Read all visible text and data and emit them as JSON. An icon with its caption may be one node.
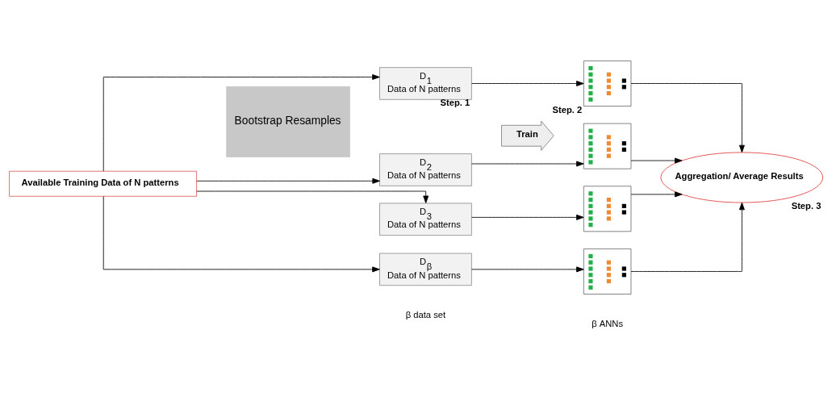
{
  "diagram": {
    "nodes": [
      {
        "text": [
          "Available Training Data of N patterns"
        ]
      },
      {
        "text": [
          "Bootstrap Resamples"
        ]
      },
      {
        "text": [
          "D$_{1}$",
          "Data of N patterns"
        ],
        "beside": [
          "Step. 1"
        ]
      },
      {
        "text": [
          "D$_{2}$",
          "Data of N patterns"
        ]
      },
      {
        "text": [
          "D$_{3}$",
          "Data of N patterns"
        ]
      },
      {
        "text": [
          "D$_{β}$",
          "Data of N patterns"
        ]
      },
      {
        "text": [
          "Train"
        ]
      },
      {
        "text": [],
        "shape": "picture",
        "beside": [
          "Step. 2"
        ]
      },
      {
        "text": [],
        "shape": "picture"
      },
      {
        "text": [],
        "shape": "picture"
      },
      {
        "text": [],
        "shape": "picture"
      },
      {
        "text": [
          "Aggregation/ Average Results"
        ],
        "beside": [
          "Step. 3"
        ]
      }
    ],
    "edges": [
      {
        "from": 0,
        "to": 2,
        "arrow": "to"
      },
      {
        "from": 0,
        "to": 3,
        "arrow": "to"
      },
      {
        "from": 0,
        "to": 4,
        "arrow": "to"
      },
      {
        "from": 0,
        "to": 5,
        "arrow": "to"
      },
      {
        "from": 2,
        "to": 7,
        "arrow": "to"
      },
      {
        "from": 3,
        "to": 8,
        "arrow": "to"
      },
      {
        "from": 4,
        "to": 9,
        "arrow": "to"
      },
      {
        "from": 5,
        "to": 10,
        "arrow": "to"
      },
      {
        "from": 7,
        "to": 11,
        "arrow": "to"
      },
      {
        "from": 8,
        "to": 11,
        "arrow": "to"
      },
      {
        "from": 9,
        "to": 11,
        "arrow": "to"
      },
      {
        "from": 10,
        "to": 11,
        "arrow": "to"
      }
    ],
    "labels": [
      "β data set",
      "β ANNs"
    ]
  }
}
